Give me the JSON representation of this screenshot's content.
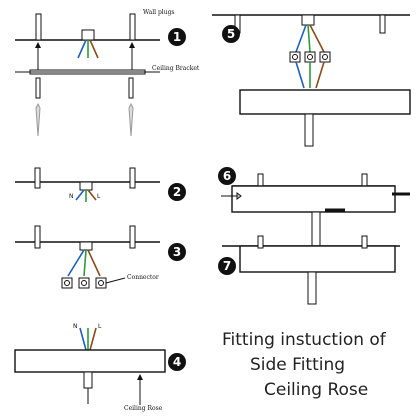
{
  "labels": {
    "wall_plugs": "Wall plugs",
    "ceiling_bracket": "Ceiling Bracket",
    "connector": "Connector",
    "ceiling_rose": "Ceiling Rose",
    "neutral": "N",
    "live": "L"
  },
  "steps": [
    "1",
    "2",
    "3",
    "4",
    "5",
    "6",
    "7"
  ],
  "caption": {
    "line1": "Fitting instuction of",
    "line2": "Side Fitting",
    "line3": "Ceiling Rose"
  },
  "colors": {
    "ink": "#111111",
    "wire_blue": "#1f5fbf",
    "wire_brown": "#8b4a1c",
    "wire_green": "#2e9a3a"
  }
}
